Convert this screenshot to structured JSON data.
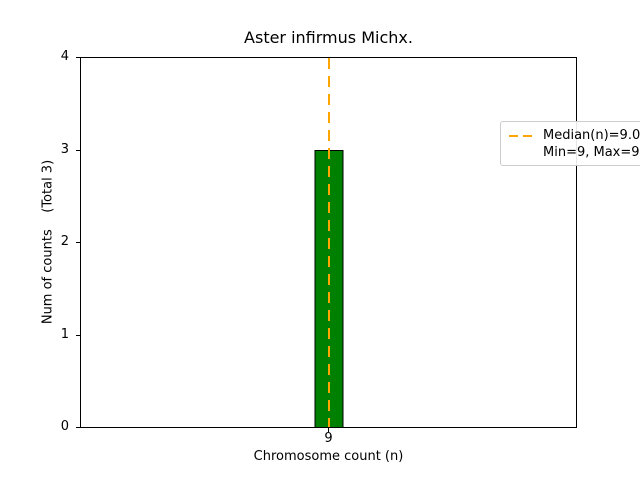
{
  "chart_data": {
    "type": "bar",
    "title": "Aster infirmus Michx.",
    "xlabel": "Chromosome count (n)",
    "ylabel": "Num of counts    (Total 3)",
    "categories": [
      "9"
    ],
    "values": [
      3
    ],
    "ylim": [
      0,
      4
    ],
    "yticks": [
      "0",
      "1",
      "2",
      "3",
      "4"
    ],
    "grid": false,
    "bar_color": "#008000",
    "bar_edge_color": "#000000",
    "background_color": "#ffffff",
    "median_line": {
      "value": 9.0,
      "color": "#FFA500",
      "style": "dashed",
      "orientation": "vertical"
    },
    "legend": {
      "position": "upper right",
      "entries": [
        {
          "label": "Median(n)=9.0",
          "marker": "dashed-line",
          "color": "#FFA500"
        },
        {
          "label": "Min=9, Max=9",
          "marker": "none"
        }
      ]
    }
  }
}
